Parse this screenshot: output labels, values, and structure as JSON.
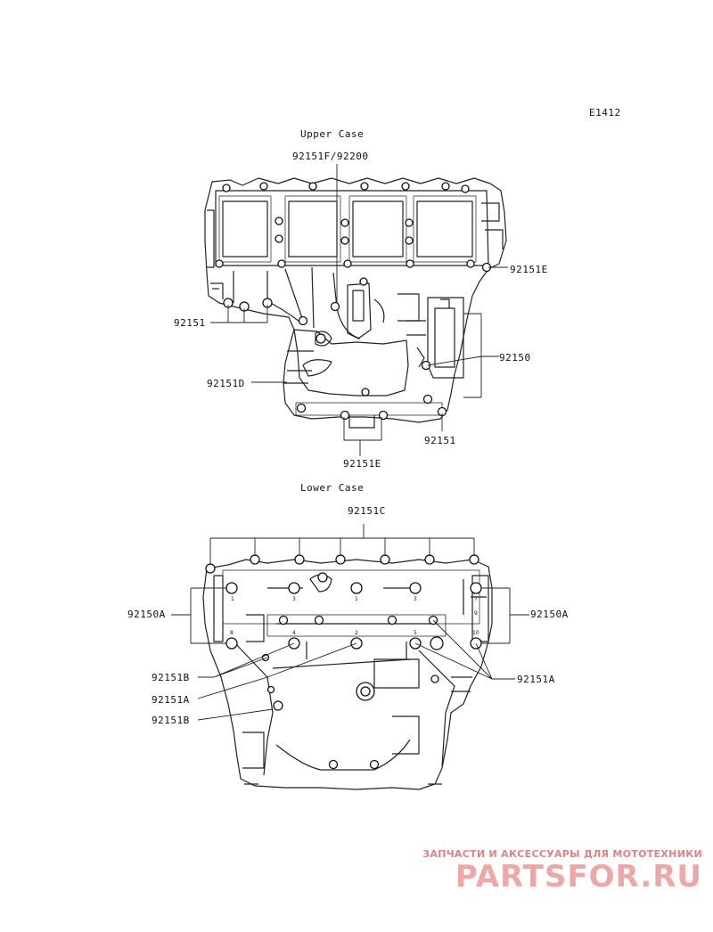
{
  "figure_code": "E1412",
  "upper": {
    "title": "Upper Case",
    "labels": {
      "top": "92151F/92200",
      "right_top": "92151E",
      "left": "92151",
      "right_mid": "92150",
      "left_mid": "92151D",
      "right_bottom": "92151",
      "bottom": "92151E"
    }
  },
  "lower": {
    "title": "Lower Case",
    "labels": {
      "top": "92151C",
      "left": "92150A",
      "right": "92150A",
      "left_b1": "92151B",
      "left_a": "92151A",
      "left_b2": "92151B",
      "right_a": "92151A"
    },
    "bolt_numbers": [
      "1",
      "3",
      "1",
      "3",
      "7",
      "9",
      "8",
      "4",
      "2",
      "5",
      "10"
    ]
  },
  "watermark": {
    "subtitle": "ЗАПЧАСТИ И АКСЕССУАРЫ ДЛЯ МОТОТЕХНИКИ",
    "brand": "PARTSFOR.RU",
    "color": "#e06060"
  }
}
